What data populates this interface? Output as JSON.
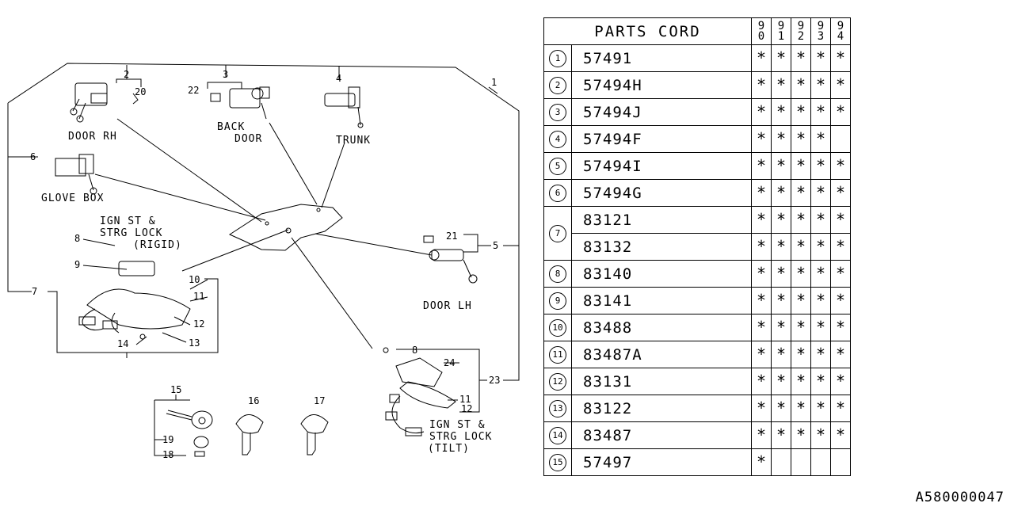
{
  "diagram": {
    "labels": {
      "door_rh": "DOOR RH",
      "back_door_1": "BACK",
      "back_door_2": "DOOR",
      "trunk": "TRUNK",
      "glove_box": "GLOVE BOX",
      "ign_rigid_1": "IGN ST &",
      "ign_rigid_2": "STRG LOCK",
      "ign_rigid_3": "(RIGID)",
      "door_lh": "DOOR LH",
      "ign_tilt_1": "IGN ST &",
      "ign_tilt_2": "STRG LOCK",
      "ign_tilt_3": "(TILT)"
    },
    "callouts": {
      "n1": "1",
      "n2": "2",
      "n3": "3",
      "n4": "4",
      "n5": "5",
      "n6": "6",
      "n7": "7",
      "n8a": "8",
      "n8b": "8",
      "n9": "9",
      "n10": "10",
      "n11a": "11",
      "n11b": "11",
      "n12a": "12",
      "n12b": "12",
      "n13": "13",
      "n14": "14",
      "n15": "15",
      "n16": "16",
      "n17": "17",
      "n18": "18",
      "n19": "19",
      "n20": "20",
      "n21": "21",
      "n22": "22",
      "n23": "23",
      "n24": "24"
    }
  },
  "table": {
    "title": "PARTS CORD",
    "years": [
      [
        "9",
        "0"
      ],
      [
        "9",
        "1"
      ],
      [
        "9",
        "2"
      ],
      [
        "9",
        "3"
      ],
      [
        "9",
        "4"
      ]
    ],
    "mark": "*",
    "rows": [
      {
        "idx": "1",
        "part": "57491",
        "fit": [
          1,
          1,
          1,
          1,
          1
        ]
      },
      {
        "idx": "2",
        "part": "57494H",
        "fit": [
          1,
          1,
          1,
          1,
          1
        ]
      },
      {
        "idx": "3",
        "part": "57494J",
        "fit": [
          1,
          1,
          1,
          1,
          1
        ]
      },
      {
        "idx": "4",
        "part": "57494F",
        "fit": [
          1,
          1,
          1,
          1,
          0
        ]
      },
      {
        "idx": "5",
        "part": "57494I",
        "fit": [
          1,
          1,
          1,
          1,
          1
        ]
      },
      {
        "idx": "6",
        "part": "57494G",
        "fit": [
          1,
          1,
          1,
          1,
          1
        ]
      },
      {
        "idx": "7",
        "part": "83121",
        "fit": [
          1,
          1,
          1,
          1,
          1
        ]
      },
      {
        "idx": "",
        "part": "83132",
        "fit": [
          1,
          1,
          1,
          1,
          1
        ]
      },
      {
        "idx": "8",
        "part": "83140",
        "fit": [
          1,
          1,
          1,
          1,
          1
        ]
      },
      {
        "idx": "9",
        "part": "83141",
        "fit": [
          1,
          1,
          1,
          1,
          1
        ]
      },
      {
        "idx": "10",
        "part": "83488",
        "fit": [
          1,
          1,
          1,
          1,
          1
        ]
      },
      {
        "idx": "11",
        "part": "83487A",
        "fit": [
          1,
          1,
          1,
          1,
          1
        ]
      },
      {
        "idx": "12",
        "part": "83131",
        "fit": [
          1,
          1,
          1,
          1,
          1
        ]
      },
      {
        "idx": "13",
        "part": "83122",
        "fit": [
          1,
          1,
          1,
          1,
          1
        ]
      },
      {
        "idx": "14",
        "part": "83487",
        "fit": [
          1,
          1,
          1,
          1,
          1
        ]
      },
      {
        "idx": "15",
        "part": "57497",
        "fit": [
          1,
          0,
          0,
          0,
          0
        ]
      }
    ]
  },
  "doc_code": "A580000047"
}
